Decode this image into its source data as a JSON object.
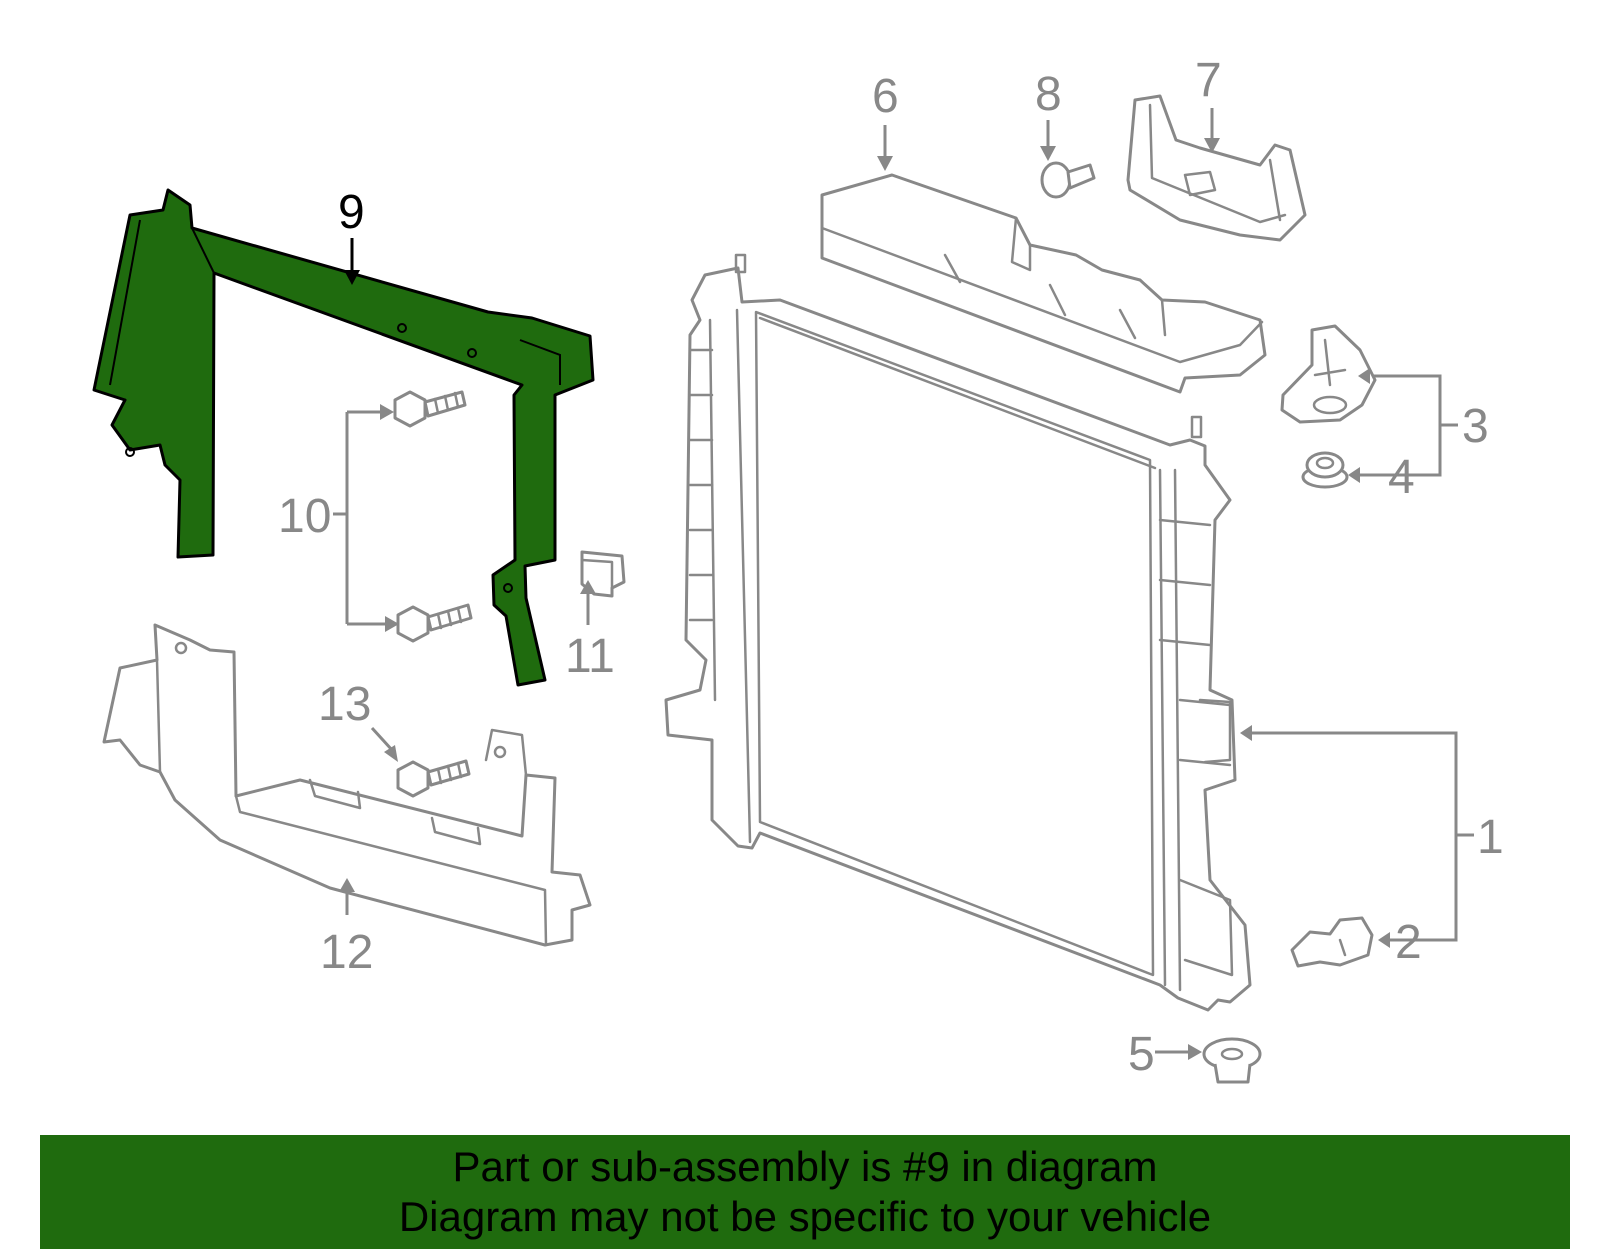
{
  "colors": {
    "highlight_fill": "#1f6b0e",
    "part_outline": "#888888",
    "highlight_outline": "#000000",
    "banner_background": "#1f6b0e"
  },
  "callouts": {
    "c1": "1",
    "c2": "2",
    "c3": "3",
    "c4": "4",
    "c5": "5",
    "c6": "6",
    "c7": "7",
    "c8": "8",
    "c9": "9",
    "c10": "10",
    "c11": "11",
    "c12": "12",
    "c13": "13"
  },
  "footer": {
    "line1": "Part or sub-assembly is #9 in diagram",
    "line2": "Diagram may not be specific to your vehicle"
  }
}
